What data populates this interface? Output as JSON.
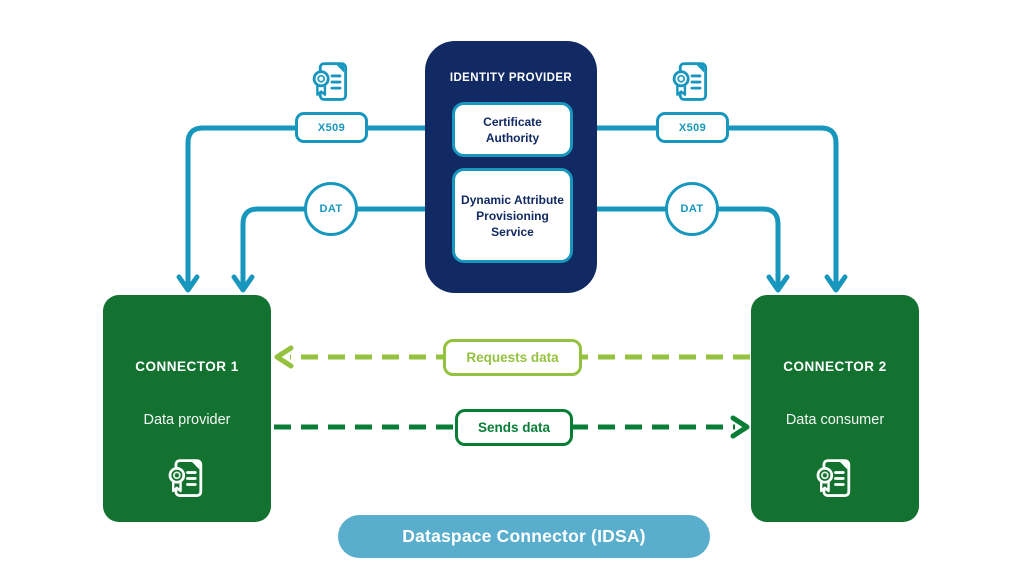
{
  "colors": {
    "teal": "#1796be",
    "navy": "#122a63",
    "green": "#147231",
    "light-green": "#94c23e",
    "dark-green": "#087d36",
    "banner-blue": "#5aaecd"
  },
  "identity_provider": {
    "title": "IDENTITY PROVIDER",
    "services": [
      {
        "label": "Certificate\nAuthority"
      },
      {
        "label": "Dynamic Attribute\nProvisioning\nService"
      }
    ]
  },
  "tokens": {
    "x509_left": "X509",
    "x509_right": "X509",
    "dat_left": "DAT",
    "dat_right": "DAT"
  },
  "connectors": [
    {
      "name": "CONNECTOR 1",
      "role": "Data provider"
    },
    {
      "name": "CONNECTOR 2",
      "role": "Data consumer"
    }
  ],
  "flows": [
    {
      "label": "Requests data",
      "direction": "right-to-left"
    },
    {
      "label": "Sends data",
      "direction": "left-to-right"
    }
  ],
  "banner": {
    "label": "Dataspace Connector (IDSA)"
  }
}
